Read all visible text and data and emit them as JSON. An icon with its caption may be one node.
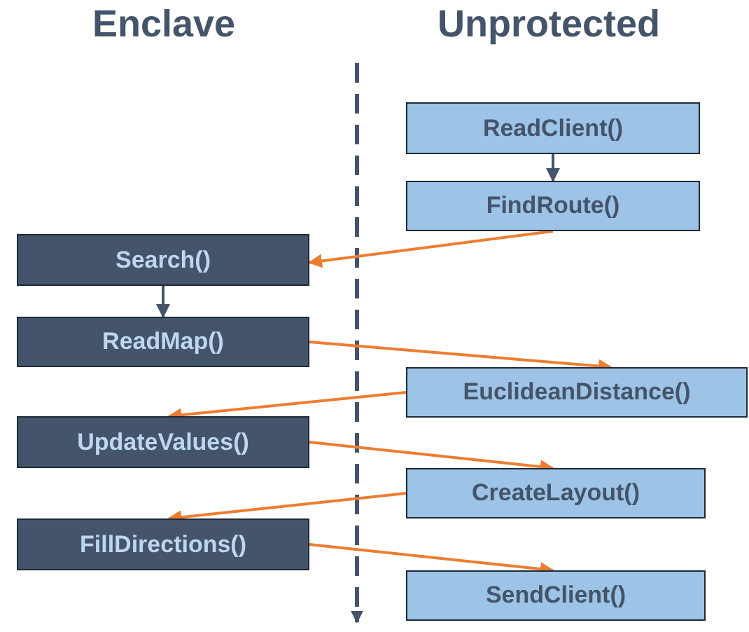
{
  "diagram": {
    "nodes": [
      {
        "text": [
          "ReadClient()"
        ]
      },
      {
        "text": [
          "FindRoute()"
        ]
      },
      {
        "text": [
          "Search()"
        ]
      },
      {
        "text": [
          "ReadMap()"
        ]
      },
      {
        "text": [
          "EuclideanDistance()"
        ]
      },
      {
        "text": [
          "UpdateValues()"
        ]
      },
      {
        "text": [
          "CreateLayout()"
        ]
      },
      {
        "text": [
          "FillDirections()"
        ]
      },
      {
        "text": [
          "SendClient()"
        ]
      }
    ],
    "edges": [
      {
        "from": 0,
        "to": 1,
        "arrow": "to",
        "color": "#44546a"
      },
      {
        "from": 1,
        "to": 2,
        "arrow": "to"
      },
      {
        "from": 2,
        "to": 3,
        "arrow": "to",
        "color": "#44546a"
      },
      {
        "from": 3,
        "to": 4,
        "arrow": "to"
      },
      {
        "from": 4,
        "to": 5,
        "arrow": "to"
      },
      {
        "from": 5,
        "to": 6,
        "arrow": "to"
      },
      {
        "from": 6,
        "to": 7,
        "arrow": "to"
      },
      {
        "from": 7,
        "to": 8,
        "arrow": "to"
      }
    ],
    "labels": [
      "Enclave",
      "Unprotected"
    ]
  }
}
